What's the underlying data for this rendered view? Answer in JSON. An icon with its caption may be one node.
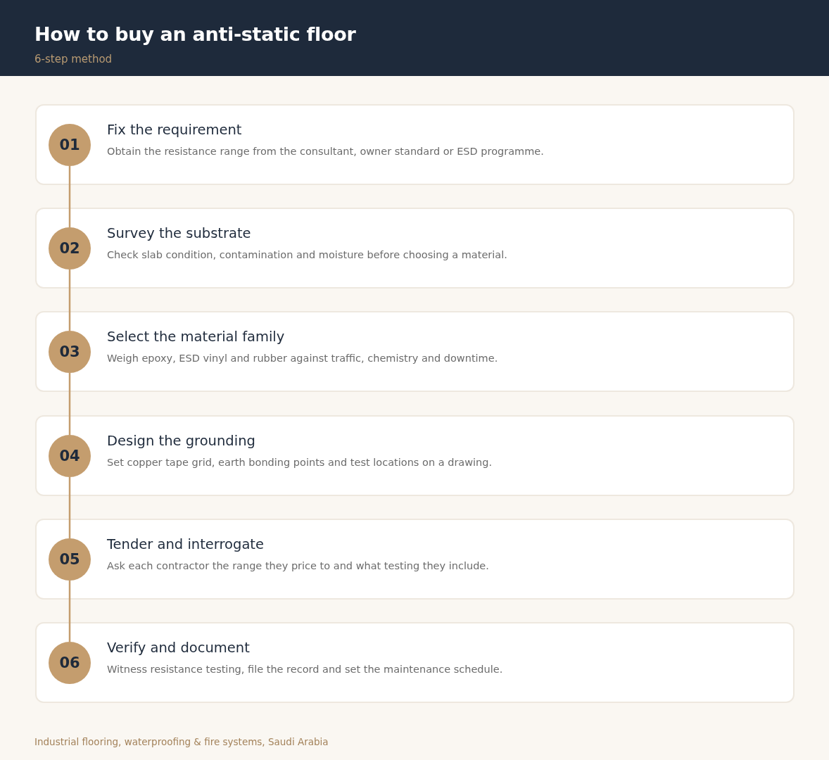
{
  "diagram": {
    "title": "How to buy an anti-static floor",
    "nodes": [
      {
        "text": [
          "Fix the requirement",
          "Obtain the resistance range from the consultant, owner standard or ESD programme."
        ]
      },
      {
        "text": [
          "01"
        ],
        "in": 0
      },
      {
        "text": [
          "Survey the substrate",
          "Check slab condition, contamination and moisture before choosing a material."
        ]
      },
      {
        "text": [
          "02"
        ],
        "in": 2
      },
      {
        "text": [
          "Select the material family",
          "Weigh epoxy, ESD vinyl and rubber against traffic, chemistry and downtime."
        ]
      },
      {
        "text": [
          "03"
        ],
        "in": 4
      },
      {
        "text": [
          "Design the grounding",
          "Set copper tape grid, earth bonding points and test locations on a drawing."
        ]
      },
      {
        "text": [
          "04"
        ],
        "in": 6
      },
      {
        "text": [
          "Tender and interrogate",
          "Ask each contractor the range they price to and what testing they include."
        ]
      },
      {
        "text": [
          "05"
        ],
        "in": 8
      },
      {
        "text": [
          "Verify and document",
          "Witness resistance testing, file the record and set the maintenance schedule."
        ]
      },
      {
        "text": [
          "06"
        ],
        "in": 10
      }
    ],
    "edges": [
      {
        "from": 1,
        "to": 3,
        "arrow": "none"
      },
      {
        "from": 3,
        "to": 5,
        "arrow": "none"
      },
      {
        "from": 5,
        "to": 7,
        "arrow": "none"
      },
      {
        "from": 7,
        "to": 9,
        "arrow": "none"
      },
      {
        "from": 9,
        "to": 11,
        "arrow": "none"
      }
    ],
    "labels": [
      "6-step method",
      "Industrial flooring, waterproofing & fire systems, Saudi Arabia"
    ]
  }
}
